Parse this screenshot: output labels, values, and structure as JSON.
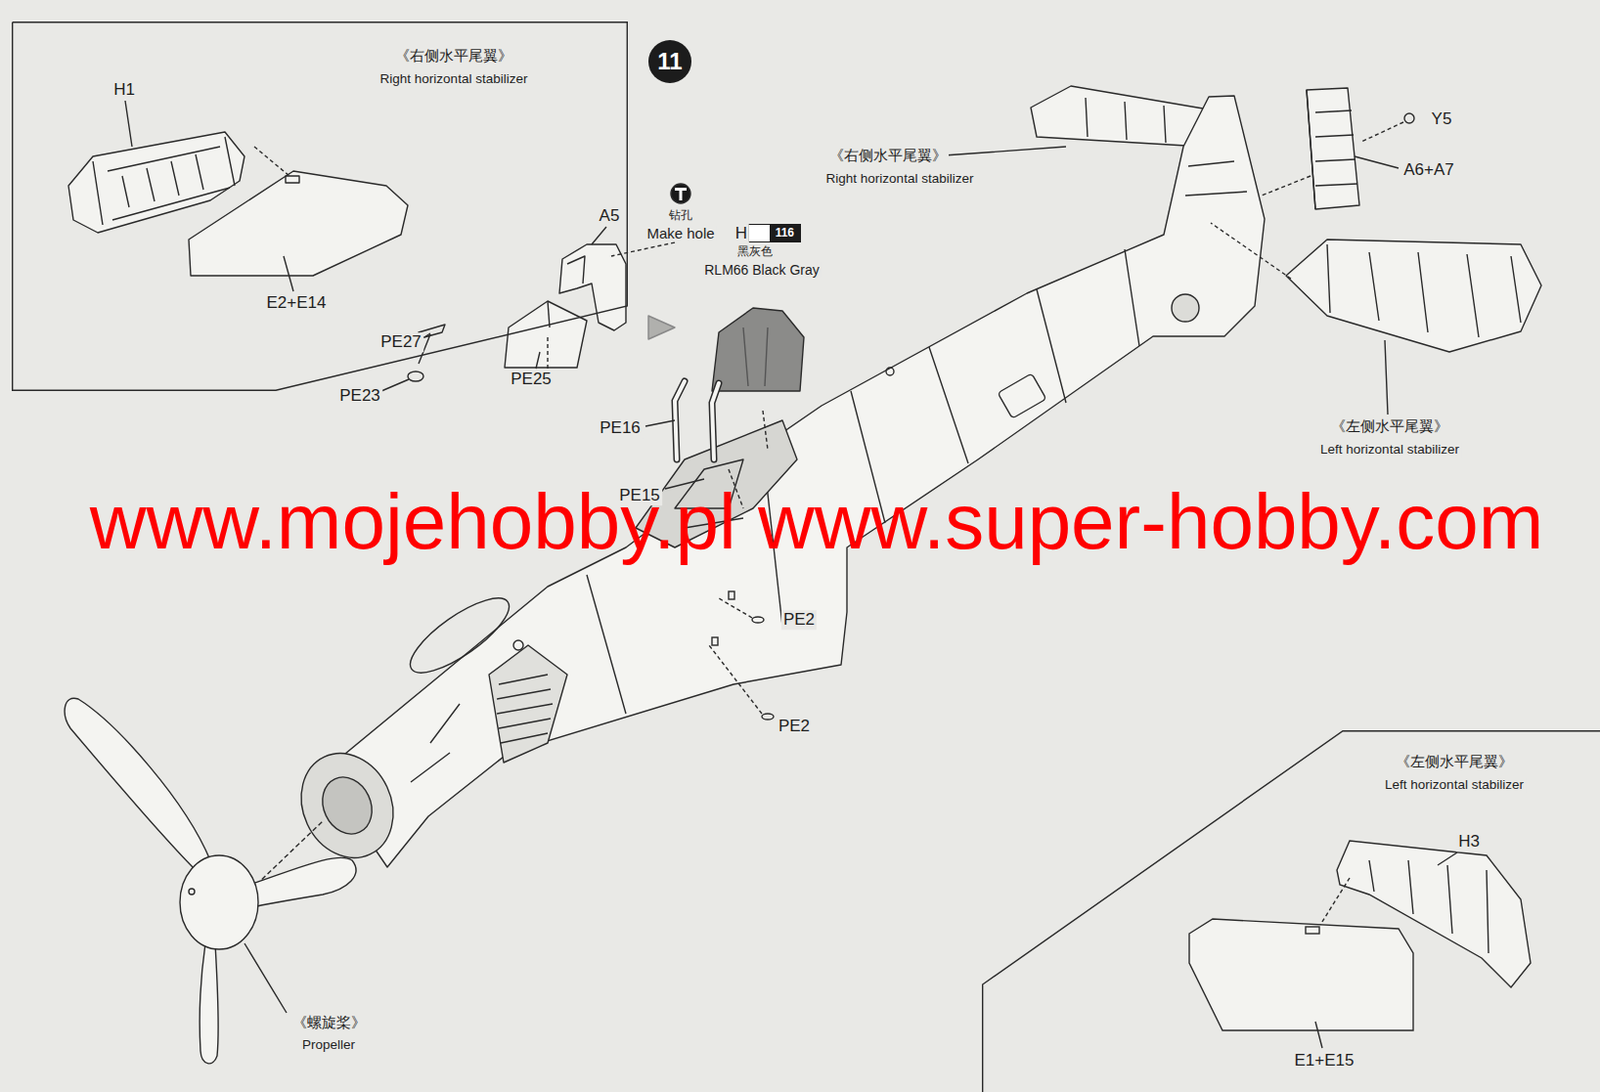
{
  "diagram": {
    "nodes": [
      {
        "text": [
          "《右侧水平尾翼》",
          "Right horizontal stabilizer"
        ]
      },
      {
        "text": [
          "《左侧水平尾翼》",
          "Left horizontal stabilizer"
        ]
      },
      {
        "text": [
          "11"
        ]
      },
      {
        "text": [
          "116"
        ]
      }
    ],
    "labels": [
      "H1",
      "E2+E14",
      "钻孔",
      "Make hole",
      "A5",
      "H",
      "黑灰色",
      "RLM66 Black Gray",
      "PE27",
      "PE23",
      "PE25",
      "PE16",
      "PE15",
      "《右侧水平尾翼》",
      "Right horizontal stabilizer",
      "Y5",
      "A6+A7",
      "《左侧水平尾翼》",
      "Left horizontal stabilizer",
      "www.mojehobby.pl www.super-hobby.com",
      "PE2",
      "PE2",
      "《螺旋桨》",
      "Propeller",
      "H3",
      "E1+E15"
    ]
  }
}
